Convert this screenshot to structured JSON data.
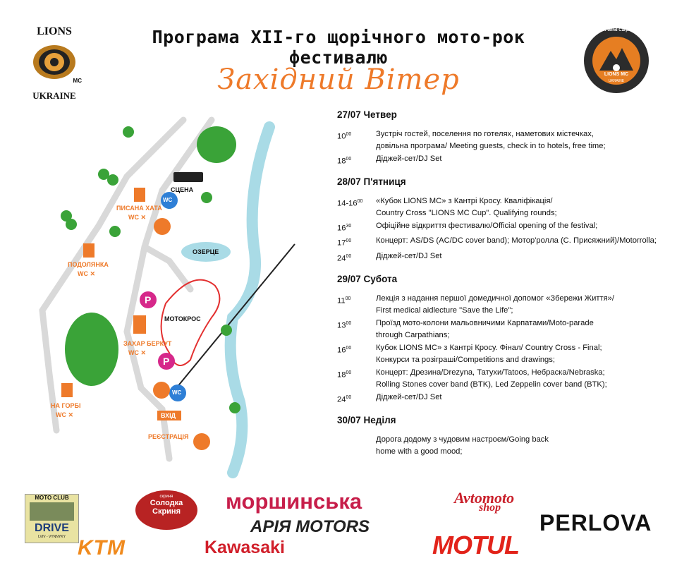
{
  "header": {
    "line1": "Програма XII-го щорічного мото-рок фестивалю",
    "line2": "Західний Вітер"
  },
  "logo_left": {
    "top": "LIONS",
    "bottom": "UKRAINE",
    "mc": "MC"
  },
  "logo_right": {
    "ring_text": "XII West Wind Carpathians",
    "center": "LIONS MC",
    "small": "UKRAINE"
  },
  "map": {
    "labels": {
      "scena": "СЦЕНА",
      "pysana": "ПИСАНА ХАТА",
      "podolyanka": "ПОДОЛЯНКА",
      "ozertse": "ОЗЕРЦЕ",
      "motocross": "МОТОКРОС",
      "zakhar": "ЗАХАР БЕРКУТ",
      "na_hori": "НА ГОРБІ",
      "vkhid": "ВХІД",
      "registration": "РЕЄСТРАЦІЯ",
      "wc_x": "WC ✕",
      "wc": "WC",
      "p": "P"
    },
    "colors": {
      "green": "#3aa338",
      "orange": "#ee7a2a",
      "blue": "#2e7fd6",
      "pink": "#d6288a",
      "water": "#a9dbe6"
    }
  },
  "schedule": {
    "days": [
      {
        "title": "27/07 Четвер",
        "events": [
          {
            "time": "10",
            "sup": "00",
            "text": "Зустріч гостей, поселення по готелях, наметових містечках,\nдовільна програма/ Meeting guests, check in to hotels, free time;"
          },
          {
            "time": "18",
            "sup": "00",
            "text": "Діджей-сет/DJ Set"
          }
        ]
      },
      {
        "title": "28/07 П'ятниця",
        "events": [
          {
            "time": "14-16",
            "sup": "00",
            "text": "«Кубок LIONS MC» з Кантрі Кросу. Кваліфікація/\nCountry Cross \"LIONS MC Cup\". Qualifying rounds;"
          },
          {
            "time": "16",
            "sup": "30",
            "text": "Офіційне відкриття фестивалю/Official opening of the festival;"
          },
          {
            "time": "17",
            "sup": "00",
            "text": "Концерт: AS/DS (AC/DC cover band); Мотор'ролла (С. Присяжний)/Motorrolla;"
          },
          {
            "time": "24",
            "sup": "00",
            "text": "Діджей-сет/DJ Set"
          }
        ]
      },
      {
        "title": "29/07 Субота",
        "events": [
          {
            "time": "11",
            "sup": "00",
            "text": "Лекція з надання першої домедичної допомог «Збережи Життя»/\nFirst medical aidlecture \"Save the Life\";"
          },
          {
            "time": "13",
            "sup": "00",
            "text": "Проїзд мото-колони мальовничими Карпатами/Moto-parade\nthrough Carpathians;"
          },
          {
            "time": "16",
            "sup": "00",
            "text": "Кубок LIONS MC» з Кантрі Кросу. Фінал/ Country Cross - Final;\nКонкурси та розіграші/Competitions and drawings;"
          },
          {
            "time": "18",
            "sup": "00",
            "text": "Концерт: Дрезина/Drezyna, Татухи/Tatoos, Небраска/Nebraska;\nRolling Stones cover band (BTK), Led Zeppelin cover band (BTK);"
          },
          {
            "time": "24",
            "sup": "00",
            "text": "Діджей-сет/DJ Set"
          }
        ]
      },
      {
        "title": "30/07 Неділя",
        "events": [
          {
            "time": "",
            "sup": "",
            "text": "Дорога додому з чудовим настроєм/Going back\nhome with a good mood;"
          }
        ]
      }
    ]
  },
  "sponsors": {
    "moto_club": {
      "top": "MOTO CLUB",
      "name": "DRIVE",
      "sub": "LVIV - VYNNYKY"
    },
    "ktm": "KTM",
    "solodka": {
      "small": "скриня",
      "name": "Солодка\nСкриня"
    },
    "kawasaki": "Kawasaki",
    "morshynska": "моршинська",
    "apia": "APIЯ MOTORS",
    "avtomoto": {
      "name": "Avtomoto",
      "sub": "shop"
    },
    "motul": "MOTUL",
    "perlova": "PERLOVA"
  }
}
